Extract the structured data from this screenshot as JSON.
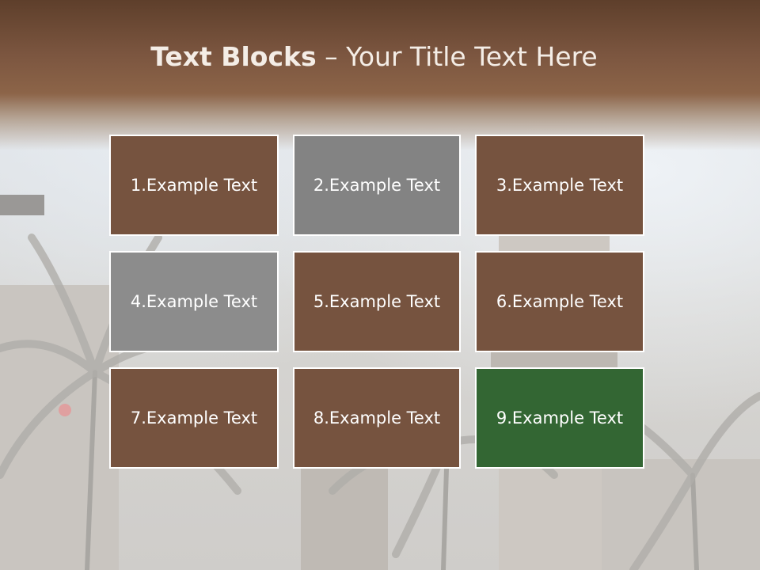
{
  "title": {
    "bold": "Text Blocks",
    "dash": " – ",
    "normal": "Your Title Text Here"
  },
  "tiles": [
    {
      "label": "1.Example Text",
      "color": "#76533f"
    },
    {
      "label": "2.Example Text",
      "color": "#838383"
    },
    {
      "label": "3.Example Text",
      "color": "#76533f"
    },
    {
      "label": "4.Example Text",
      "color": "#8c8c8c"
    },
    {
      "label": "5.Example Text",
      "color": "#76533f"
    },
    {
      "label": "6.Example Text",
      "color": "#76533f"
    },
    {
      "label": "7.Example Text",
      "color": "#76533f"
    },
    {
      "label": "8.Example Text",
      "color": "#76533f"
    },
    {
      "label": "9.Example Text",
      "color": "#336633"
    }
  ]
}
